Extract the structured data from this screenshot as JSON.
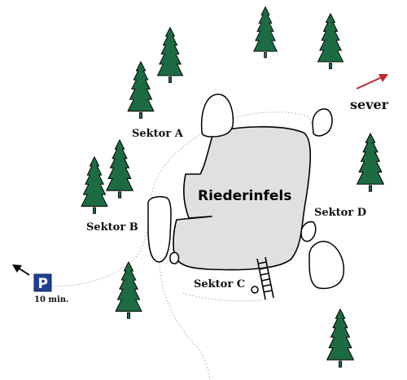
{
  "map": {
    "rock_name": "Riederinfels",
    "sectors": {
      "a": "Sektor A",
      "b": "Sektor B",
      "c": "Sektor C",
      "d": "Sektor D"
    },
    "north_label": "sever",
    "parking": {
      "letter": "P",
      "walk_time": "10 min."
    },
    "colors": {
      "rock_fill": "#e0e0e0",
      "rock_outline": "#000000",
      "tree": "#1d6b43",
      "parking_blue": "#1f3f8f",
      "north_arrow": "#c0282a",
      "path": "#a9a9a9"
    },
    "icons": [
      "tree-icon",
      "ladder-icon",
      "parking-icon",
      "north-arrow-icon",
      "direction-arrow-icon"
    ]
  }
}
